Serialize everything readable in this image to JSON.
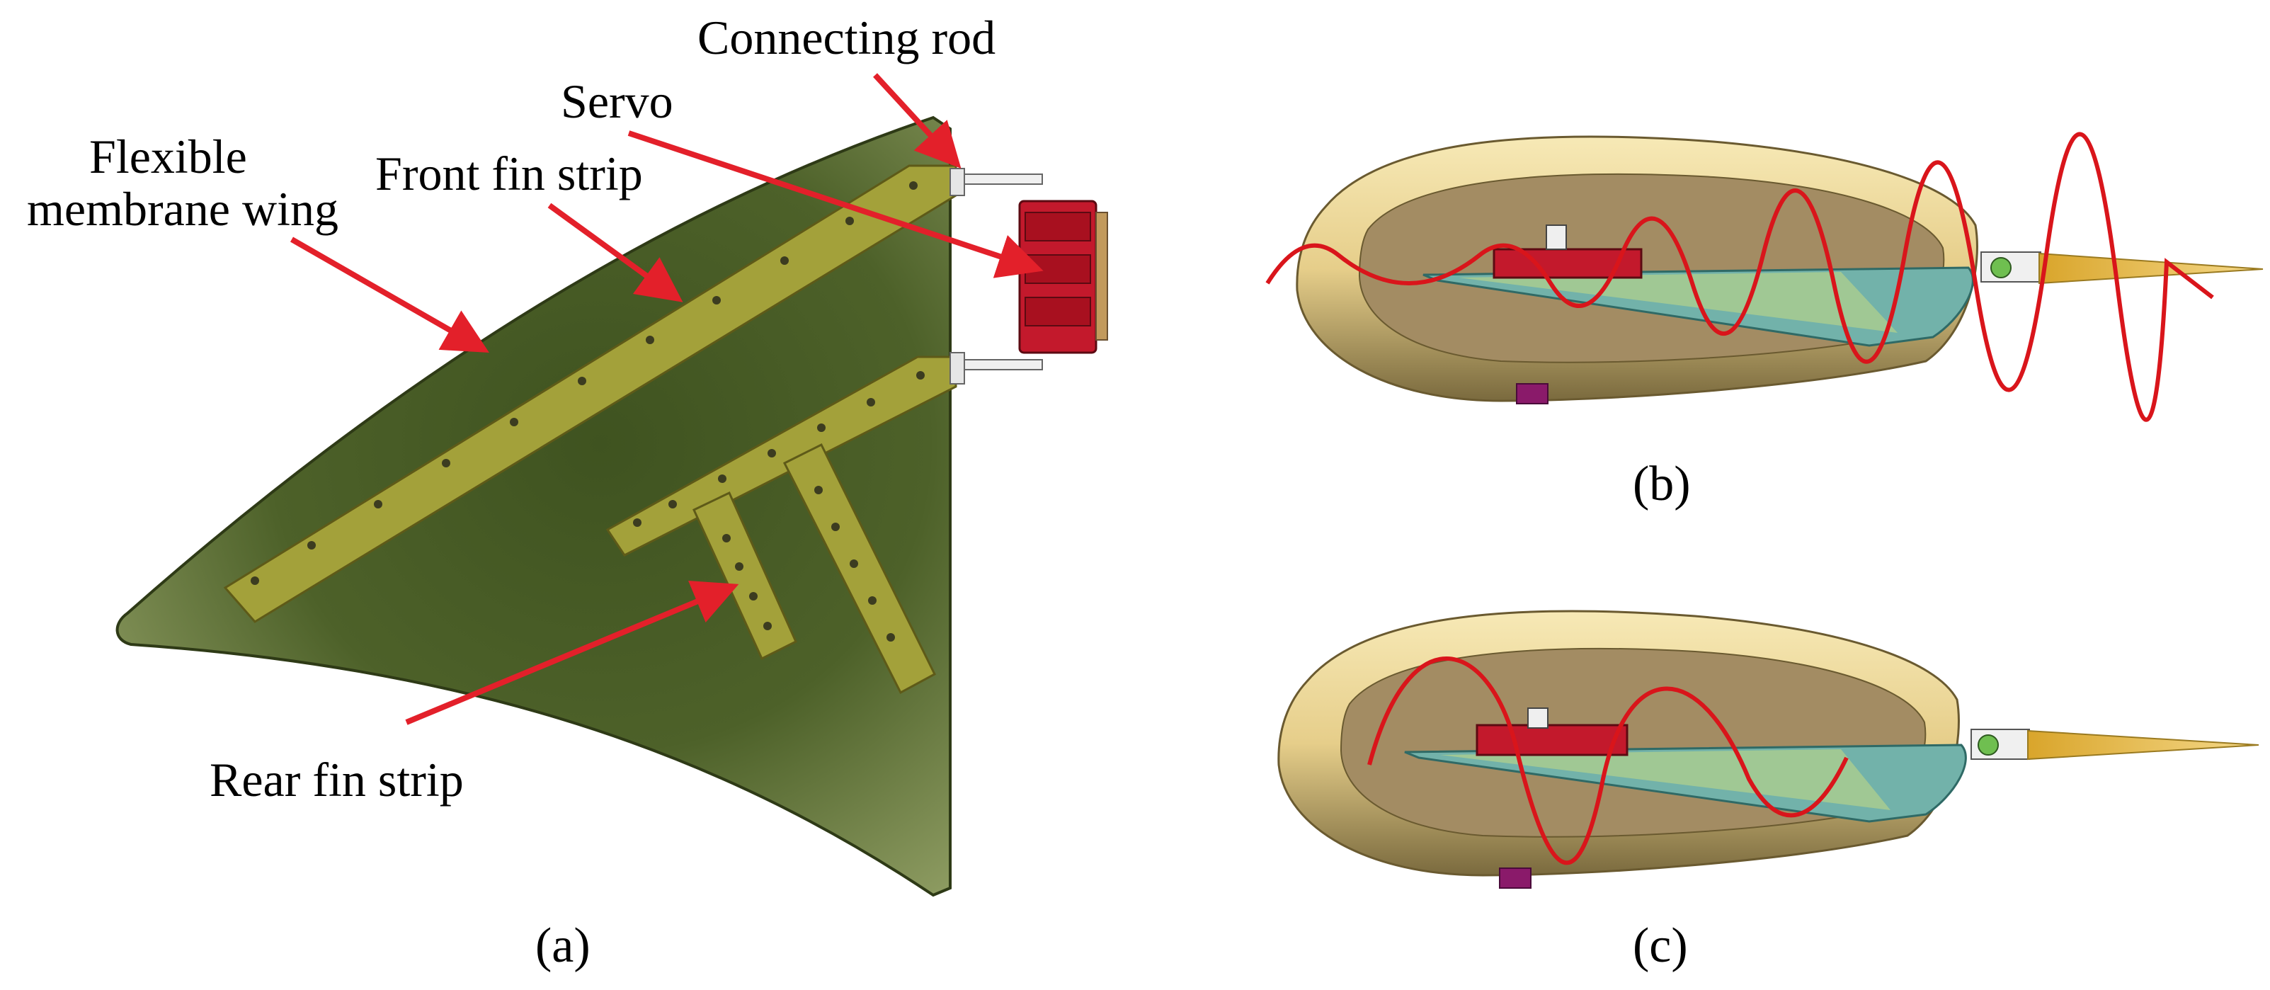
{
  "panel_a": {
    "labels": {
      "connecting_rod": "Connecting rod",
      "servo": "Servo",
      "flexible_line1": "Flexible",
      "flexible_line2": "membrane wing",
      "front_fin_strip": "Front fin strip",
      "rear_fin_strip": "Rear fin strip"
    },
    "caption": "(a)"
  },
  "panel_b": {
    "caption": "(b)"
  },
  "panel_c": {
    "caption": "(c)"
  },
  "colors": {
    "membrane_dark": "#3f5320",
    "membrane_light": "#8f9d63",
    "fin_strip": "#a3a13a",
    "servo": "#c3192c",
    "arrow": "#e3202a",
    "wave": "#d9151b",
    "body_outer": "#efdc9c",
    "body_inner": "#a38c63",
    "fin_plate": "#72b2aa"
  }
}
